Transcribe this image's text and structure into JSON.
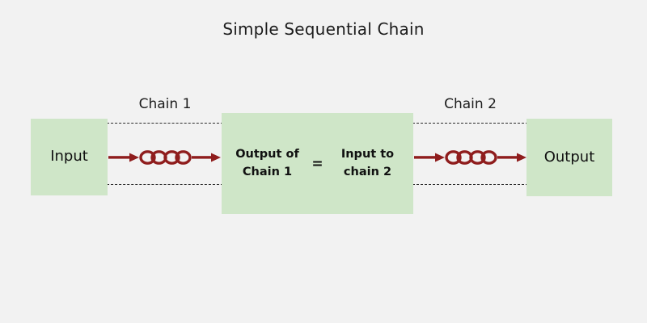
{
  "diagram": {
    "title": "Simple Sequential Chain",
    "background_color": "#f2f2f2",
    "box_color": "#cfe6c8",
    "accent_color": "#8f1d1d",
    "text_color": "#111111",
    "dash_color": "#2b2b2b"
  },
  "nodes": {
    "input": {
      "label": "Input"
    },
    "output": {
      "label": "Output"
    },
    "middle": {
      "left_line1": "Output of",
      "left_line2": "Chain 1",
      "equals": "=",
      "right_line1": "Input to",
      "right_line2": "chain 2"
    }
  },
  "chains": [
    {
      "caption": "Chain 1",
      "icon": "chain-link-icon",
      "arrow_in": "arrow-right-icon",
      "arrow_out": "arrow-right-icon"
    },
    {
      "caption": "Chain 2",
      "icon": "chain-link-icon",
      "arrow_in": "arrow-right-icon",
      "arrow_out": "arrow-right-icon"
    }
  ]
}
